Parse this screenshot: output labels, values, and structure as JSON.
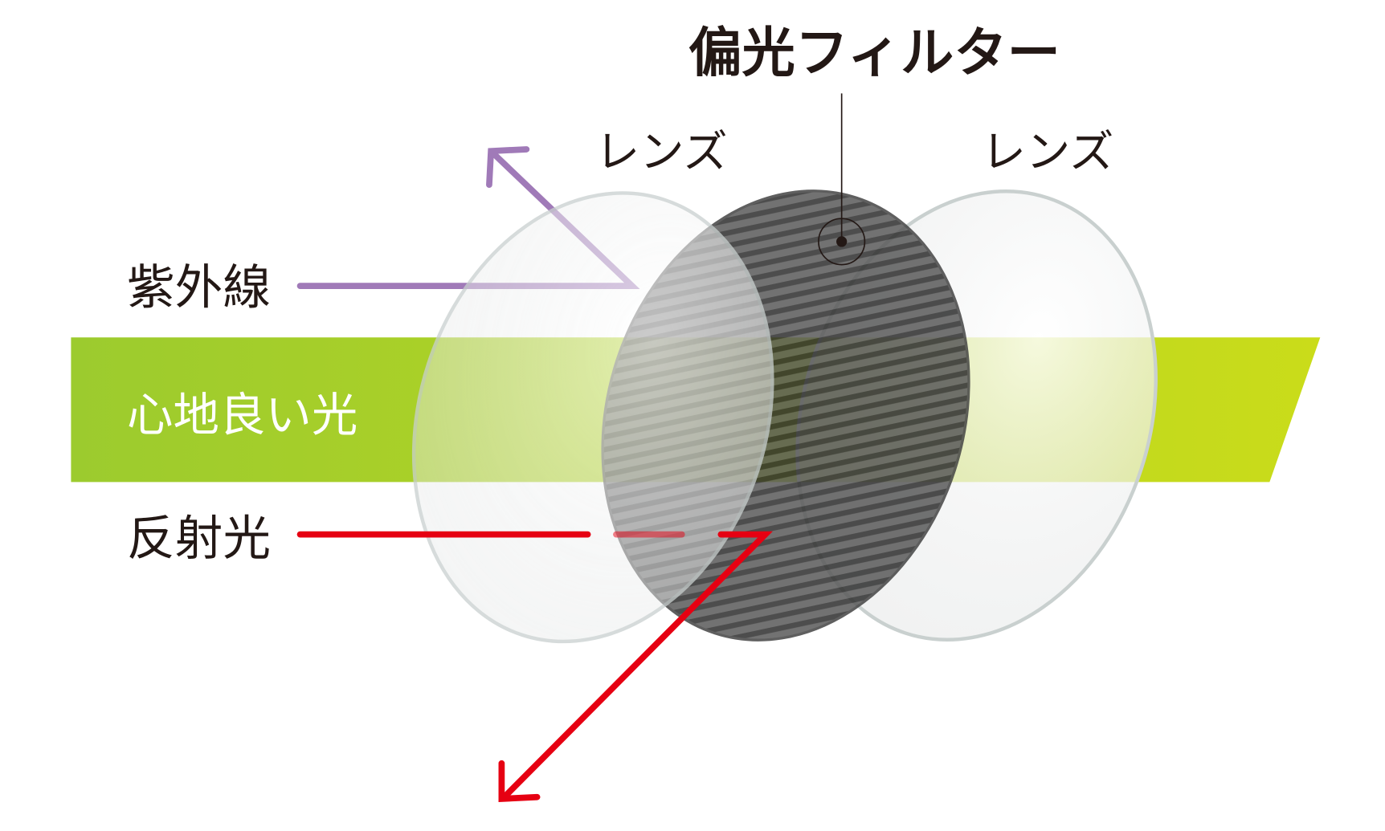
{
  "title": "偏光フィルター",
  "labels": {
    "lens_left": "レンズ",
    "lens_right": "レンズ",
    "uv": "紫外線",
    "comfortable_light": "心地良い光",
    "reflected_light": "反射光"
  },
  "colors": {
    "uv": "#a07ab8",
    "reflected": "#e60012",
    "band_start": "#9ccb2e",
    "band_end": "#cadc1a",
    "filter": "#3a3a3a",
    "text": "#231815"
  }
}
